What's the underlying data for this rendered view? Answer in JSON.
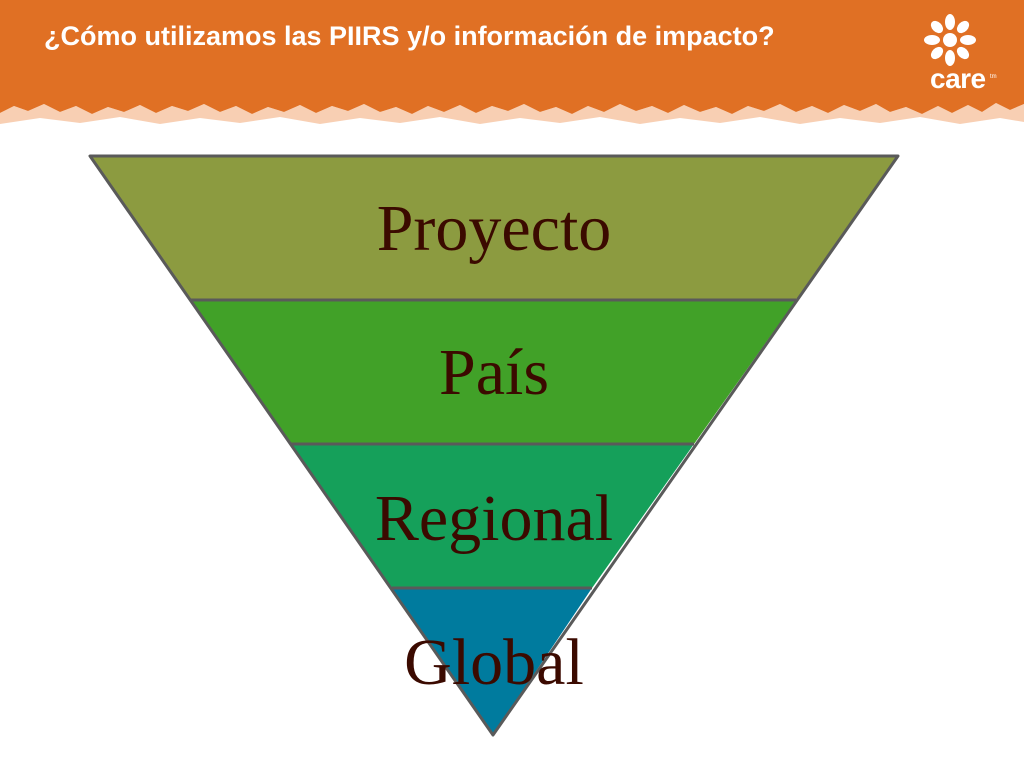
{
  "slide": {
    "title": "¿Cómo utilizamos las PIIRS y/o información de impacto?",
    "header_color": "#e07024"
  },
  "logo": {
    "text": "care",
    "mark": "tm"
  },
  "pyramid": {
    "levels": [
      {
        "label": "Proyecto",
        "color": "#8c9b40"
      },
      {
        "label": "País",
        "color": "#41a128"
      },
      {
        "label": "Regional",
        "color": "#15a05a"
      },
      {
        "label": "Global",
        "color": "#007b9e"
      }
    ]
  }
}
